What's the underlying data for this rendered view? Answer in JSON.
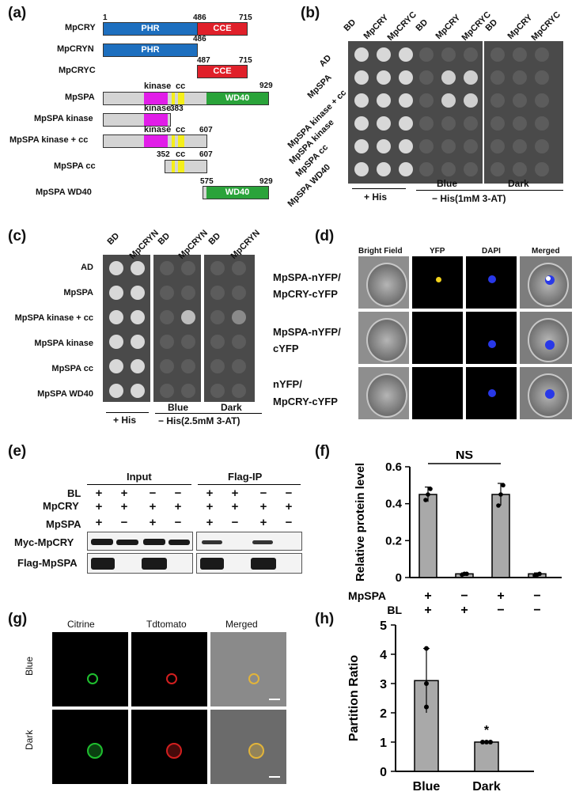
{
  "panels": {
    "a": "(a)",
    "b": "(b)",
    "c": "(c)",
    "d": "(d)",
    "e": "(e)",
    "f": "(f)",
    "g": "(g)",
    "h": "(h)"
  },
  "a": {
    "rows": [
      {
        "name": "MpCRY"
      },
      {
        "name": "MpCRYN"
      },
      {
        "name": "MpCRYC"
      },
      {
        "name": "MpSPA"
      },
      {
        "name": "MpSPA kinase"
      },
      {
        "name": "MpSPA kinase + cc"
      },
      {
        "name": "MpSPA cc"
      },
      {
        "name": "MpSPA WD40"
      }
    ],
    "seg": {
      "phr": "PHR",
      "cce": "CCE",
      "kinase": "kinase",
      "cc": "cc",
      "wd40": "WD40"
    },
    "nums": {
      "n1": "1",
      "n486": "486",
      "n715": "715",
      "n487": "487",
      "n929": "929",
      "n383": "383",
      "n607": "607",
      "n352": "352",
      "n575": "575"
    },
    "colors": {
      "phr": "#1d6fbf",
      "cce": "#e0202a",
      "kinase": "#e11de8",
      "cc": "#f5ef1a",
      "wd40": "#2aa33a",
      "body": "#d4d4d4"
    }
  },
  "b": {
    "cols": [
      "BD",
      "MpCRY",
      "MpCRYC"
    ],
    "rows": [
      "AD",
      "MpSPA",
      "MpSPA kinase + cc",
      "MpSPA kinase",
      "MpSPA cc",
      "MpSPA WD40"
    ],
    "his": "+ His",
    "blue": "Blue",
    "dark": "Dark",
    "minus": "− His(1mM 3-AT)"
  },
  "c": {
    "cols": [
      "BD",
      "MpCRYN"
    ],
    "rows": [
      "AD",
      "MpSPA",
      "MpSPA kinase + cc",
      "MpSPA kinase",
      "MpSPA cc",
      "MpSPA WD40"
    ],
    "his": "+ His",
    "blue": "Blue",
    "dark": "Dark",
    "minus": "− His(2.5mM 3-AT)"
  },
  "d": {
    "cols": [
      "Bright Field",
      "YFP",
      "DAPI",
      "Merged"
    ],
    "rows": [
      {
        "l1": "MpSPA-nYFP/",
        "l2": "MpCRY-cYFP"
      },
      {
        "l1": "MpSPA-nYFP/",
        "l2": "cYFP"
      },
      {
        "l1": "nYFP/",
        "l2": "MpCRY-cYFP"
      }
    ]
  },
  "e": {
    "input": "Input",
    "flag": "Flag-IP",
    "rowlabels": [
      "BL",
      "MpCRY",
      "MpSPA"
    ],
    "signs": [
      [
        "+",
        "+",
        "−",
        "−",
        "+",
        "+",
        "−",
        "−"
      ],
      [
        "+",
        "+",
        "+",
        "+",
        "+",
        "+",
        "+",
        "+"
      ],
      [
        "+",
        "−",
        "+",
        "−",
        "+",
        "−",
        "+",
        "−"
      ]
    ],
    "blots": [
      "Myc-MpCRY",
      "Flag-MpSPA"
    ]
  },
  "f": {
    "chart_data": {
      "type": "bar",
      "ylabel": "Relative protein level",
      "ylim": [
        0,
        0.6
      ],
      "yticks": [
        "0",
        "0.2",
        "0.4",
        "0.6"
      ],
      "values": [
        0.45,
        0.02,
        0.45,
        0.02
      ],
      "errors": [
        0.04,
        0.005,
        0.06,
        0.005
      ],
      "points": [
        [
          0.42,
          0.45,
          0.48
        ],
        [
          0.015,
          0.02,
          0.02
        ],
        [
          0.39,
          0.45,
          0.5
        ],
        [
          0.01,
          0.015,
          0.02
        ]
      ],
      "rowlabels": [
        "MpSPA",
        "BL"
      ],
      "signs": [
        [
          "+",
          "−",
          "+",
          "−"
        ],
        [
          "+",
          "+",
          "−",
          "−"
        ]
      ],
      "sig": "NS"
    }
  },
  "g": {
    "cols": [
      "Citrine",
      "Tdtomato",
      "Merged"
    ],
    "rows": [
      "Blue",
      "Dark"
    ]
  },
  "h": {
    "chart_data": {
      "type": "bar",
      "ylabel": "Partition Ratio",
      "ylim": [
        0,
        5
      ],
      "yticks": [
        "0",
        "1",
        "2",
        "3",
        "4",
        "5"
      ],
      "categories": [
        "Blue",
        "Dark"
      ],
      "values": [
        3.1,
        1.0
      ],
      "errors": [
        1.1,
        0.03
      ],
      "points": [
        [
          4.2,
          3.0,
          2.2
        ],
        [
          1.0,
          1.0,
          1.0
        ]
      ],
      "sig": "*"
    }
  }
}
